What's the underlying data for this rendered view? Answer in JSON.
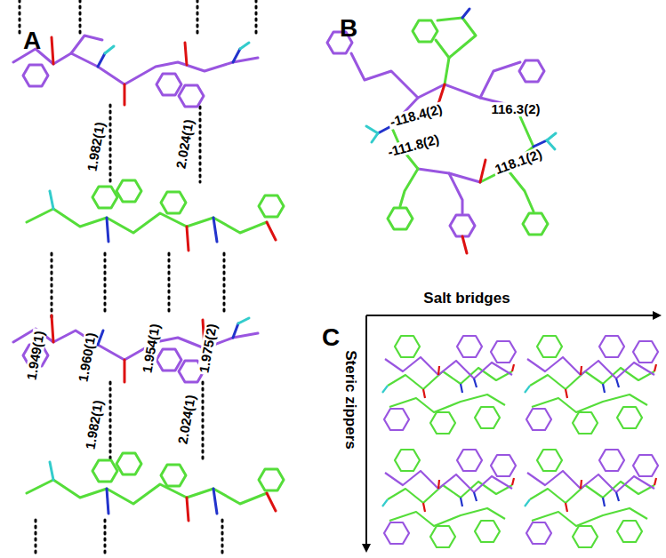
{
  "diagram": {
    "labels": [
      "A",
      "B",
      "C",
      "1.982(1)",
      "2.024(1)",
      "1.949(1)",
      "1.960(1)",
      "1.954(1)",
      "1.975(2)",
      "1.982(1)",
      "2.024(1)",
      "-118.4(2)",
      "116.3(2)",
      "-111.8(2)",
      "118.1(2)",
      "Salt bridges",
      "Steric zippers"
    ]
  }
}
